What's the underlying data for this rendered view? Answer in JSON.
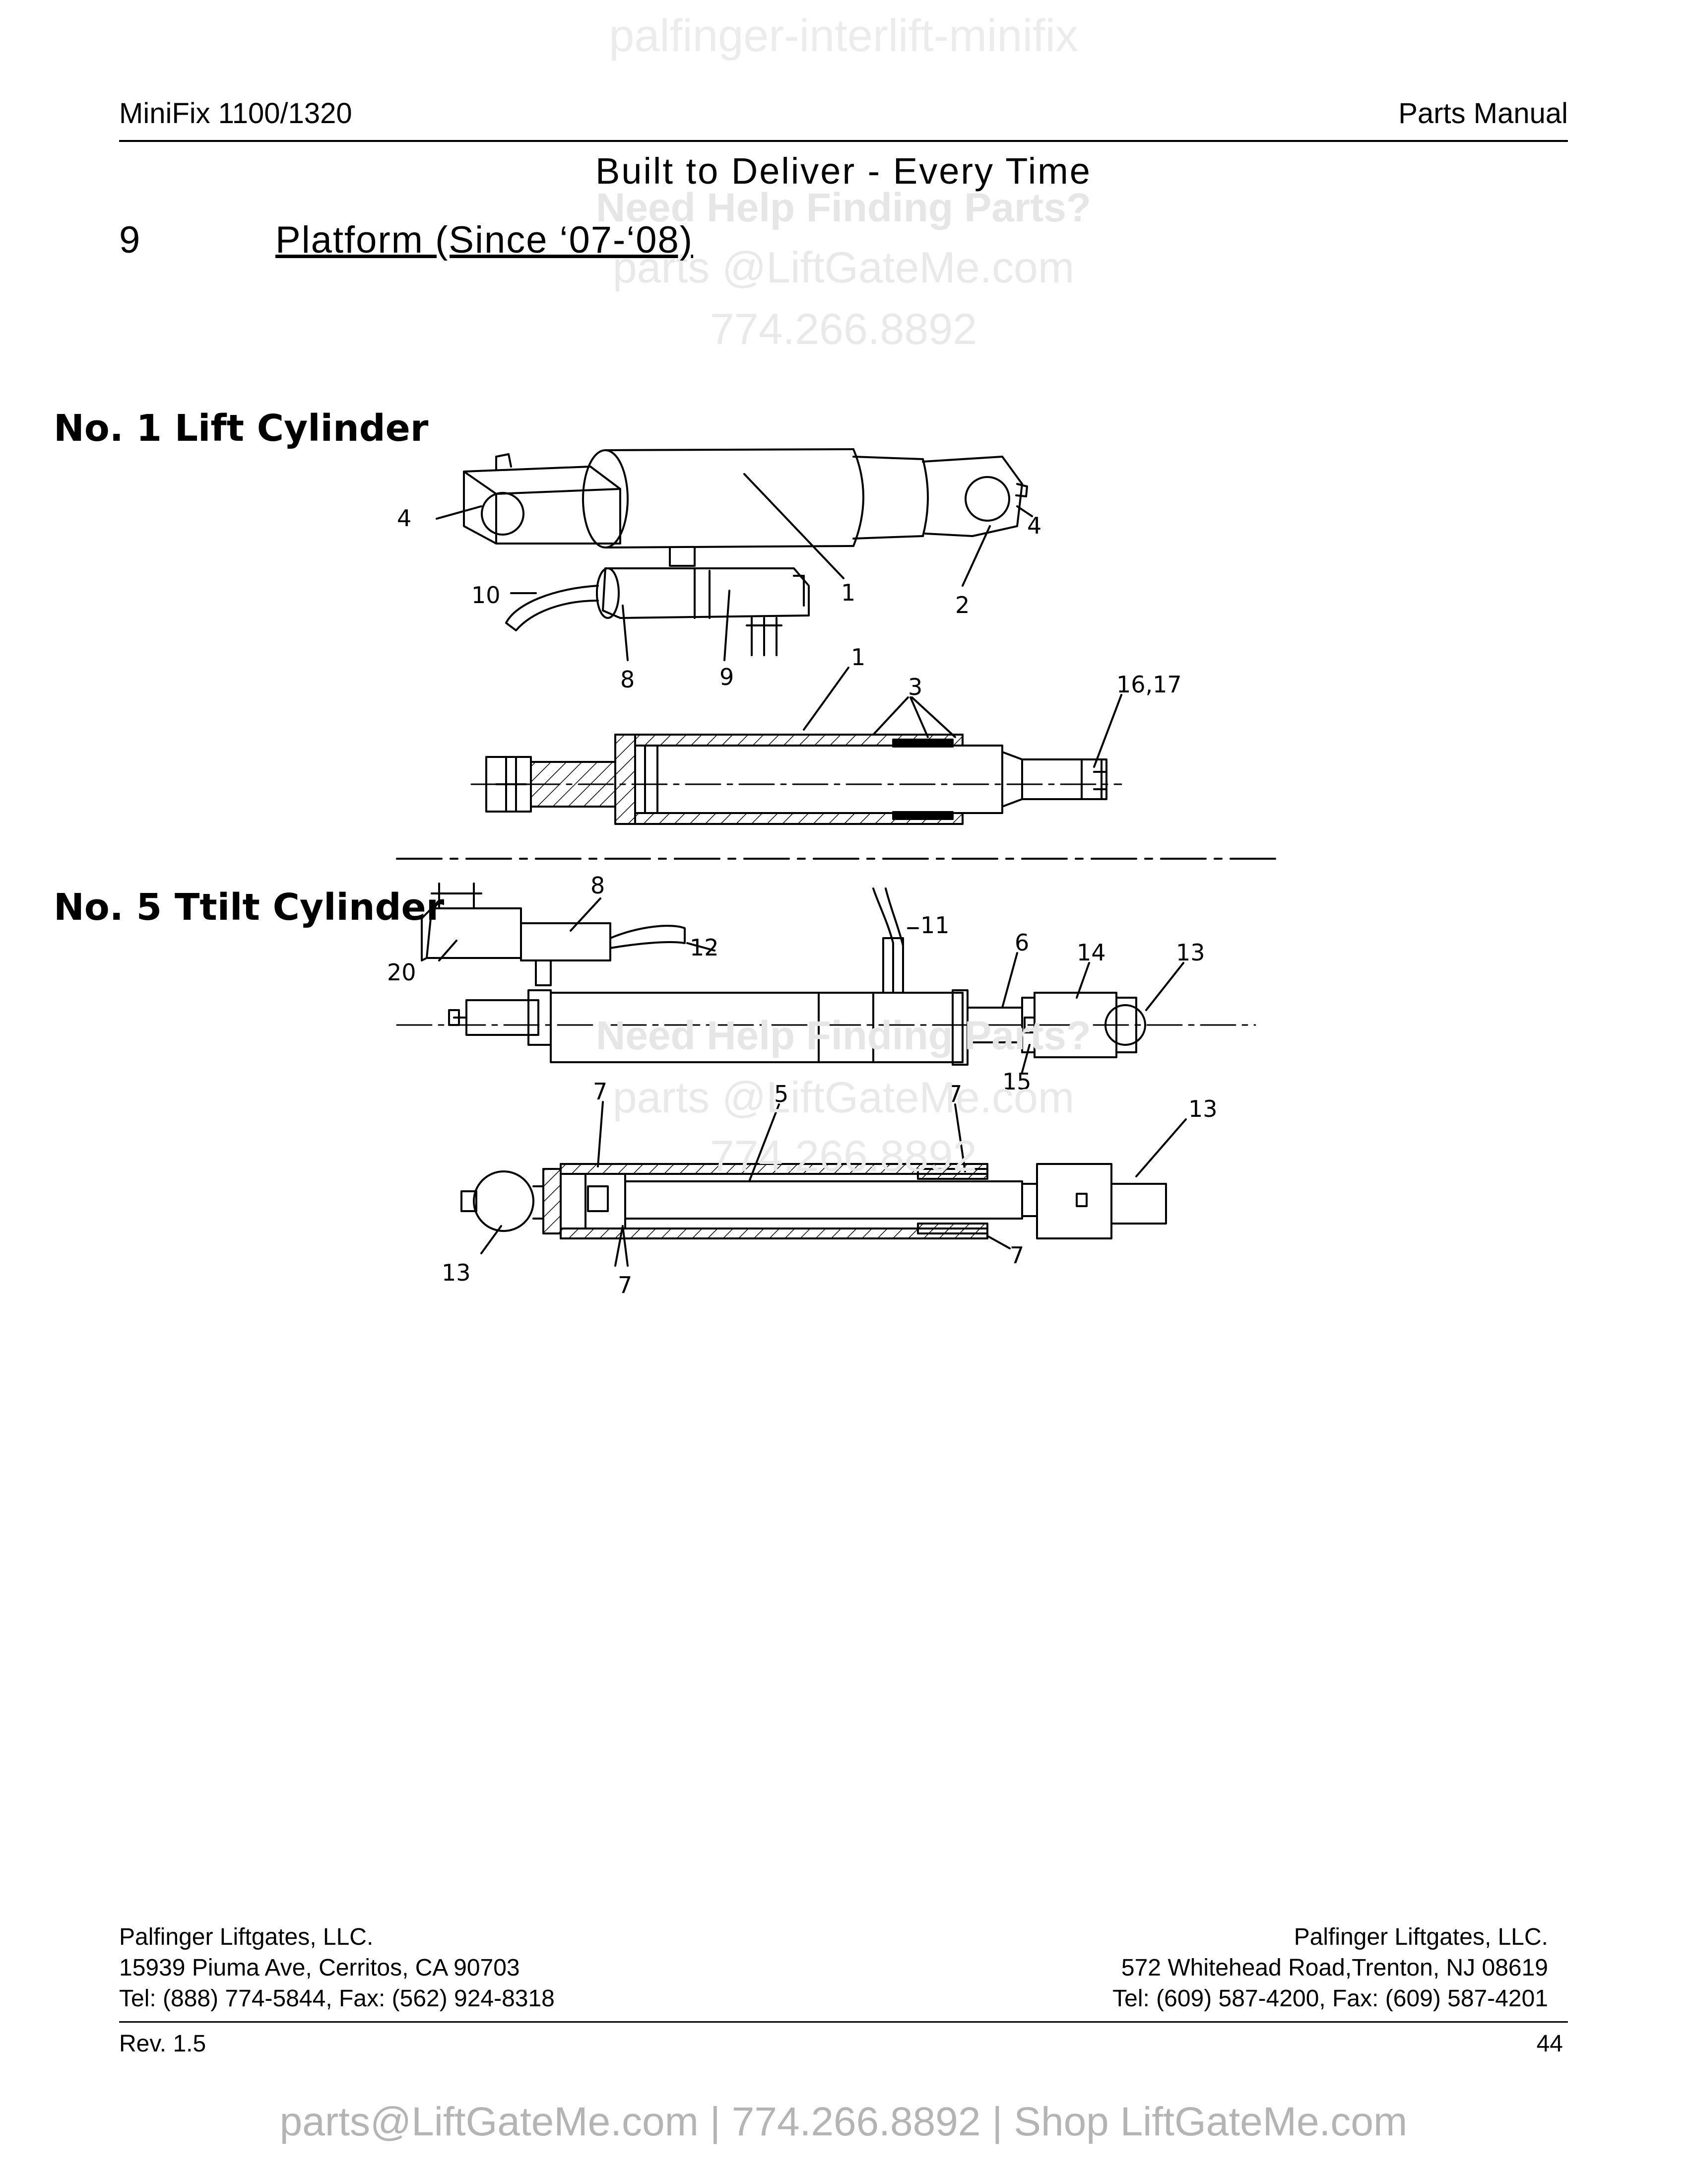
{
  "watermark": {
    "top": "palfinger-interlift-minifix",
    "help": "Need Help Finding Parts?",
    "email": "parts @LiftGateMe.com",
    "phone": "774.266.8892"
  },
  "header": {
    "left": "MiniFix 1100/1320",
    "right": "Parts Manual"
  },
  "tagline": "Built to Deliver - Every Time",
  "section": {
    "number": "9",
    "title": "Platform (Since ‘07-‘08)"
  },
  "subsections": [
    {
      "title": "No. 1 Lift Cylinder"
    },
    {
      "title": "No. 5 Ttilt Cylinder"
    }
  ],
  "callouts": {
    "lift": [
      "4",
      "4",
      "1",
      "2",
      "10",
      "8",
      "9",
      "1",
      "3",
      "16,17"
    ],
    "tilt": [
      "8",
      "20",
      "12",
      "11",
      "6",
      "14",
      "13",
      "15",
      "7",
      "5",
      "7",
      "13",
      "7",
      "13",
      "7"
    ]
  },
  "footer": {
    "left": {
      "company": "Palfinger Liftgates, LLC.",
      "address": "15939 Piuma Ave, Cerritos, CA 90703",
      "contact": "Tel: (888) 774-5844, Fax: (562) 924-8318"
    },
    "right": {
      "company": "Palfinger Liftgates, LLC.",
      "address": "572 Whitehead Road,Trenton, NJ 08619",
      "contact": "Tel: (609) 587-4200, Fax: (609) 587-4201"
    },
    "revision": "Rev. 1.5",
    "page": "44"
  },
  "promo": "parts@LiftGateMe.com | 774.266.8892 | Shop LiftGateMe.com"
}
